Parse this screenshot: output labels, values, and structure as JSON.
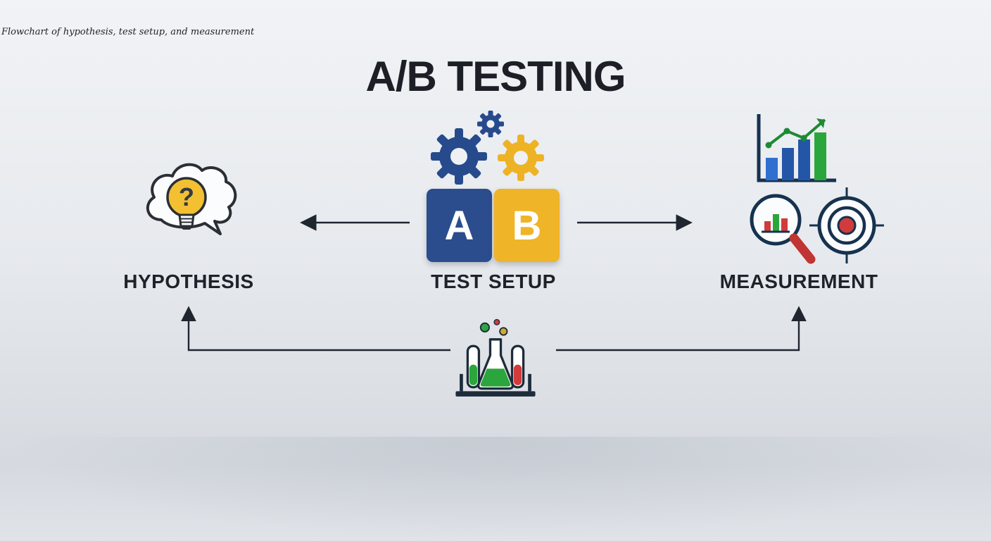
{
  "caption": "Flowchart of hypothesis, test setup, and measurement",
  "title": "A/B TESTING",
  "stages": [
    {
      "id": "hypothesis",
      "label": "HYPOTHESIS",
      "icon": "lightbulb-thought-cloud-icon",
      "question_mark": "?"
    },
    {
      "id": "test-setup",
      "label": "TEST SETUP",
      "icon": "gears-and-ab-blocks-icon",
      "block_a": "A",
      "block_b": "B"
    },
    {
      "id": "measurement",
      "label": "MEASUREMENT",
      "icon": "bar-chart-magnifier-target-icons"
    }
  ],
  "connectors": [
    {
      "from": "test-setup",
      "to": "hypothesis",
      "direction": "left"
    },
    {
      "from": "test-setup",
      "to": "measurement",
      "direction": "right"
    },
    {
      "from": "experiment-flask",
      "to": "hypothesis",
      "direction": "up"
    },
    {
      "from": "experiment-flask",
      "to": "measurement",
      "direction": "up"
    }
  ],
  "colors": {
    "background_top": "#f1f3f6",
    "background_bottom": "#d6dae0",
    "text_dark": "#1e232a",
    "line": "#1f2630",
    "blue": "#2b4d8e",
    "yellow": "#f0b429",
    "green": "#2ba63c",
    "red": "#d23b3b"
  }
}
